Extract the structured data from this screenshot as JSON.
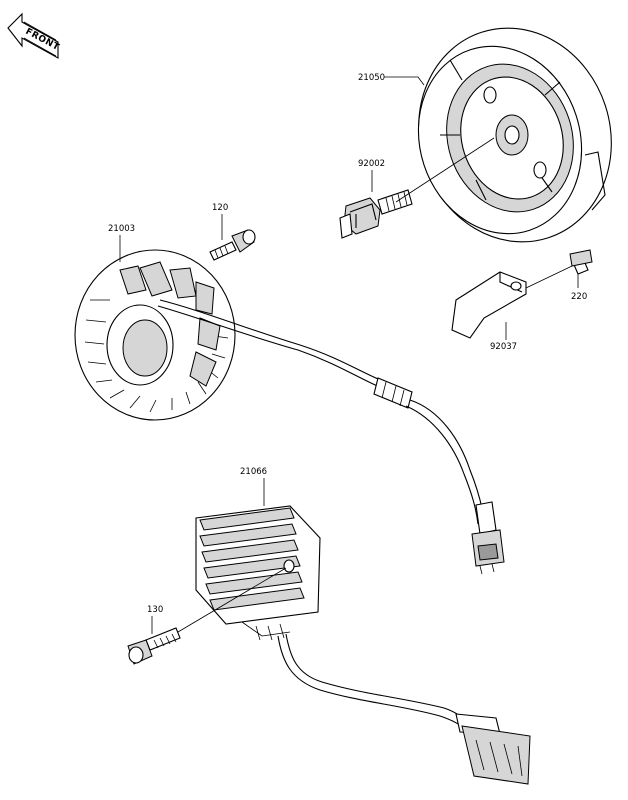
{
  "front_indicator": {
    "text": "FRONT",
    "icon": "front-arrow-icon"
  },
  "part_labels": [
    {
      "key": "21050",
      "text": "21050"
    },
    {
      "key": "92002",
      "text": "92002"
    },
    {
      "key": "120",
      "text": "120"
    },
    {
      "key": "21003",
      "text": "21003"
    },
    {
      "key": "220",
      "text": "220"
    },
    {
      "key": "92037",
      "text": "92037"
    },
    {
      "key": "21066",
      "text": "21066"
    },
    {
      "key": "130",
      "text": "130"
    }
  ]
}
